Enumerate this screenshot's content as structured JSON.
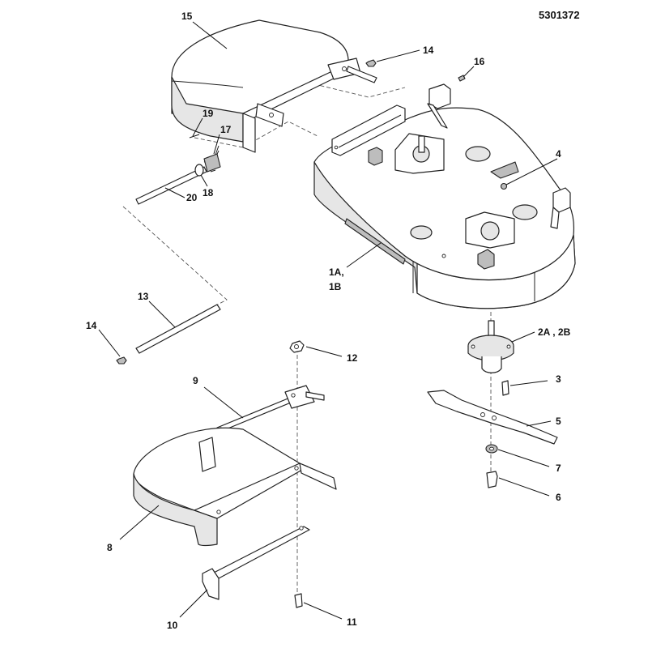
{
  "document_number": "5301372",
  "callouts": [
    {
      "id": "c15",
      "text": "15"
    },
    {
      "id": "c14a",
      "text": "14"
    },
    {
      "id": "c16",
      "text": "16"
    },
    {
      "id": "c19",
      "text": "19"
    },
    {
      "id": "c17",
      "text": "17"
    },
    {
      "id": "c18",
      "text": "18"
    },
    {
      "id": "c20",
      "text": "20"
    },
    {
      "id": "c4",
      "text": "4"
    },
    {
      "id": "c1a",
      "text": "1A,"
    },
    {
      "id": "c1b",
      "text": "1B"
    },
    {
      "id": "c13",
      "text": "13"
    },
    {
      "id": "c14b",
      "text": "14"
    },
    {
      "id": "c12",
      "text": "12"
    },
    {
      "id": "c2ab",
      "text": "2A , 2B"
    },
    {
      "id": "c9",
      "text": "9"
    },
    {
      "id": "c3",
      "text": "3"
    },
    {
      "id": "c5",
      "text": "5"
    },
    {
      "id": "c7",
      "text": "7"
    },
    {
      "id": "c6",
      "text": "6"
    },
    {
      "id": "c8",
      "text": "8"
    },
    {
      "id": "c10",
      "text": "10"
    },
    {
      "id": "c11",
      "text": "11"
    }
  ]
}
